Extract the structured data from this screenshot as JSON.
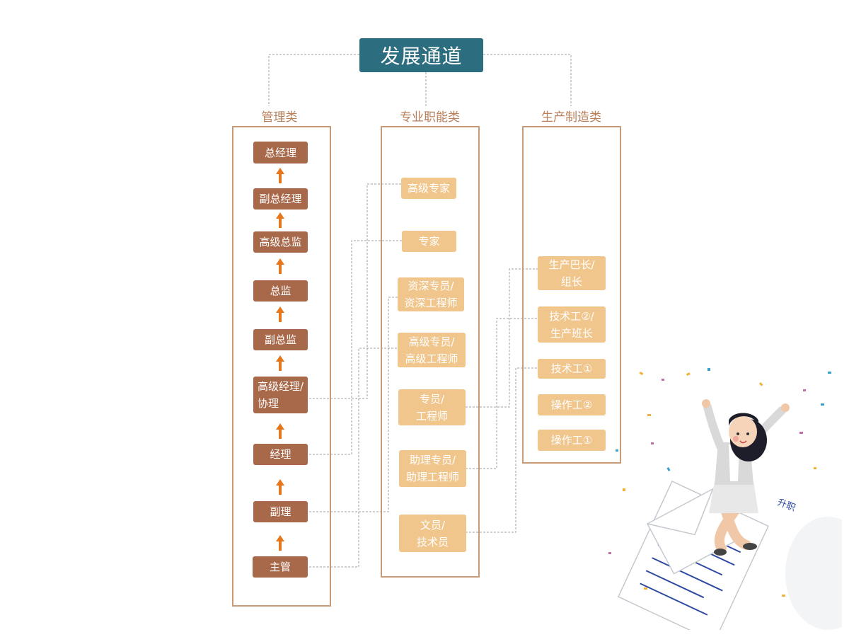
{
  "title": "发展通道",
  "columns": {
    "management": "管理类",
    "professional": "专业职能类",
    "production": "生产制造类"
  },
  "management": {
    "general_manager": "总经理",
    "deputy_general_manager": "副总经理",
    "senior_director": "高级总监",
    "director": "总监",
    "deputy_director": "副总监",
    "senior_manager_l1": "高级经理/",
    "senior_manager_l2": "协理",
    "manager": "经理",
    "deputy_manager": "副理",
    "supervisor": "主管"
  },
  "professional": {
    "senior_expert": "高级专家",
    "expert": "专家",
    "veteran_l1": "资深专员/",
    "veteran_l2": "资深工程师",
    "senior_l1": "高级专员/",
    "senior_l2": "高级工程师",
    "specialist_l1": "专员/",
    "specialist_l2": "工程师",
    "assistant_l1": "助理专员/",
    "assistant_l2": "助理工程师",
    "clerk_l1": "文员/",
    "clerk_l2": "技术员"
  },
  "production": {
    "leader_l1": "生产巴长/",
    "leader_l2": "组长",
    "tech2_l1": "技术工②/",
    "tech2_l2": "生产班长",
    "tech1": "技术工①",
    "op2": "操作工②",
    "op1": "操作工①"
  },
  "illustration": {
    "paper_label": "升职"
  },
  "colors": {
    "title_bg": "#2c6e80",
    "management_box": "#a8684a",
    "professional_box": "#f1c68d",
    "arrow": "#e8761a",
    "frame": "#c79a78"
  }
}
